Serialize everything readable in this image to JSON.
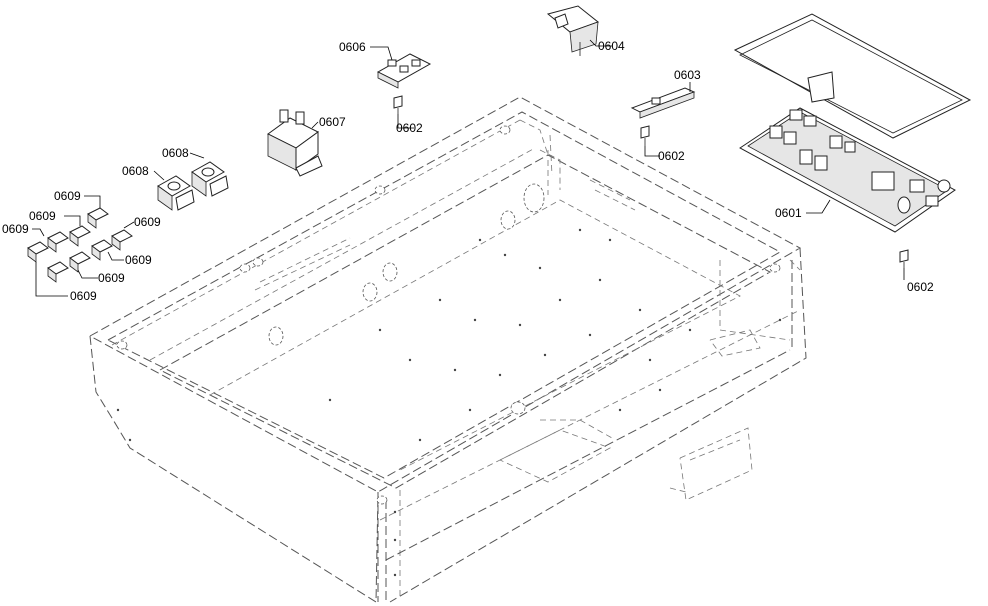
{
  "callouts": {
    "c0601": "0601",
    "c0602a": "0602",
    "c0602b": "0602",
    "c0602c": "0602",
    "c0603": "0603",
    "c0604": "0604",
    "c0606": "0606",
    "c0607": "0607",
    "c0608a": "0608",
    "c0608b": "0608",
    "c0609a": "0609",
    "c0609b": "0609",
    "c0609c": "0609",
    "c0609d": "0609",
    "c0609e": "0609",
    "c0609f": "0609",
    "c0609g": "0609"
  }
}
